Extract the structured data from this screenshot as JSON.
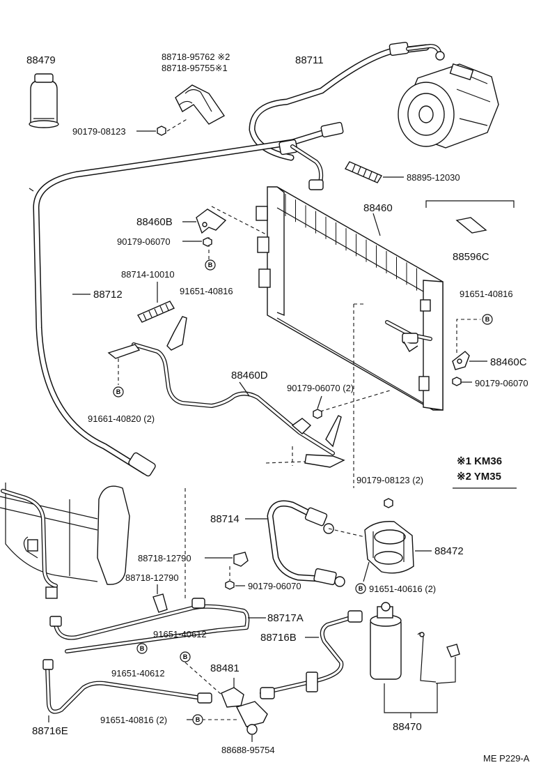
{
  "labels": {
    "p88479": "88479",
    "p88718_95762": "88718-95762 ※2",
    "p88718_95755": "88718-95755※1",
    "p88711": "88711",
    "p90179_08123_top": "90179-08123",
    "p88895_12030": "88895-12030",
    "p88460": "88460",
    "p88460B": "88460B",
    "p90179_06070_a": "90179-06070",
    "p88596C": "88596C",
    "p88714_10010": "88714-10010",
    "p91651_40816_a": "91651-40816",
    "p88712": "88712",
    "p91651_40816_b": "91651-40816",
    "p88460C": "88460C",
    "p88460D": "88460D",
    "p90179_06070_2": "90179-06070 (2)",
    "p90179_06070_b": "90179-06070",
    "p91661_40820": "91661-40820 (2)",
    "p90179_08123_2": "90179-08123 (2)",
    "p88714": "88714",
    "p88472": "88472",
    "p88718_12790_a": "88718-12790",
    "p88718_12790_b": "88718-12790",
    "p90179_06070_c": "90179-06070",
    "p91651_40616": "91651-40616 (2)",
    "p88717A": "88717A",
    "p88716B": "88716B",
    "p91651_40612_a": "91651-40612",
    "p91651_40612_b": "91651-40612",
    "p88481": "88481",
    "p91651_40816_2": "91651-40816 (2)",
    "p88716E": "88716E",
    "p88688_95754": "88688-95754",
    "p88470": "88470"
  },
  "legend": {
    "note1": "※1 KM36",
    "note2": "※2 YM35"
  },
  "bolt_symbol": "B",
  "footer": {
    "code": "ME P229-A"
  }
}
